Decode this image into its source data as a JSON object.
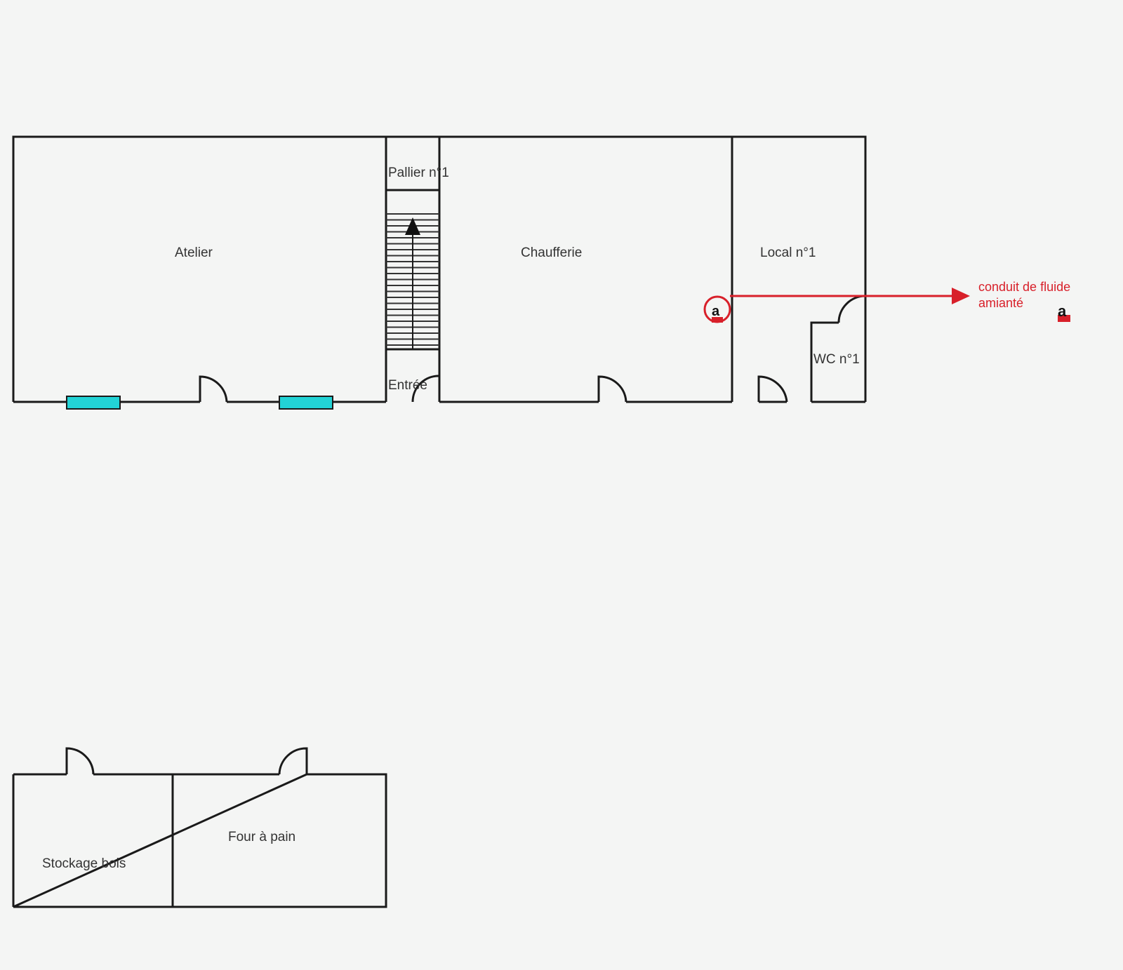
{
  "plan": {
    "rooms": {
      "atelier": "Atelier",
      "pallier": "Pallier n°1",
      "entree": "Entrée",
      "chaufferie": "Chaufferie",
      "local": "Local n°1",
      "wc": "WC n°1",
      "stockage": "Stockage bois",
      "four": "Four à pain"
    },
    "annotation": {
      "line1": "conduit de fluide",
      "line2": "amianté",
      "marker_glyph": "a"
    },
    "colors": {
      "wall": "#1a1a1a",
      "annotation": "#d8202a",
      "window": "#22d3d6"
    }
  }
}
